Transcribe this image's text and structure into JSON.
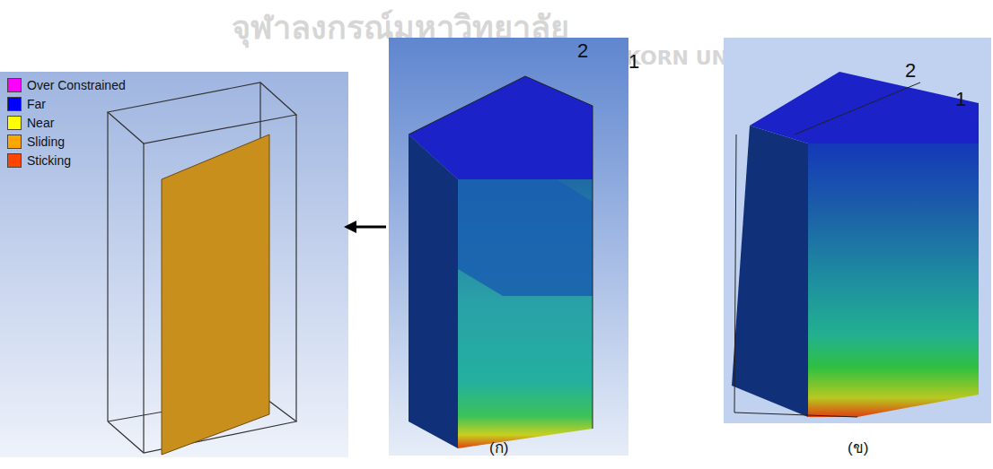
{
  "diagram": {
    "labels": [
      "จุฬาลงกรณ์มหาวิทยาลัย",
      "CHULALONGKORN UNIVERSITY",
      "2",
      "1",
      "2",
      "1",
      "(ก)",
      "(ข)"
    ],
    "legend": [
      {
        "text": "Over Constrained",
        "color": "#ff00ff"
      },
      {
        "text": "Far",
        "color": "#0000ff"
      },
      {
        "text": "Near",
        "color": "#ffff00"
      },
      {
        "text": "Sliding",
        "color": "#ffa500"
      },
      {
        "text": "Sticking",
        "color": "#ff4500"
      }
    ]
  }
}
